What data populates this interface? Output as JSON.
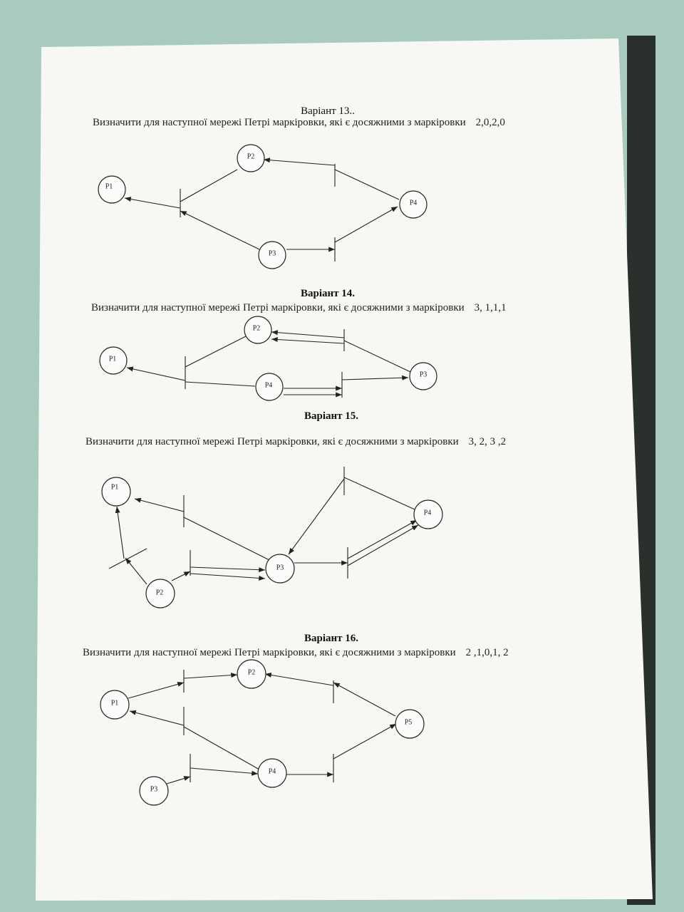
{
  "variants": [
    {
      "title": "Варіант 13..",
      "task": "Визначити для наступної мережі Петрі  маркіровки, які є  досяжними  з маркіровки",
      "marking": "2,0,2,0",
      "places": [
        "P1",
        "P2",
        "P3",
        "P4"
      ]
    },
    {
      "title": "Варіант 14.",
      "task": "Визначити для наступної мережі Петрі  маркіровки, які є  досяжними  з маркіровки",
      "marking": "3, 1,1,1",
      "places": [
        "P1",
        "P2",
        "P4",
        "P3"
      ]
    },
    {
      "title": "Варіант 15.",
      "task": "Визначити для наступної мережі Петрі  маркіровки, які є  досяжними  з маркіровки",
      "marking": "3, 2, 3 ,2",
      "places": [
        "P1",
        "P2",
        "P3",
        "P4"
      ]
    },
    {
      "title": "Варіант 16.",
      "task": "Визначити для наступної мережі Петрі  маркіровки, які є  досяжними  з маркіровки",
      "marking": "2 ,1,0,1, 2",
      "places": [
        "P1",
        "P2",
        "P3",
        "P4",
        "P5"
      ]
    }
  ]
}
